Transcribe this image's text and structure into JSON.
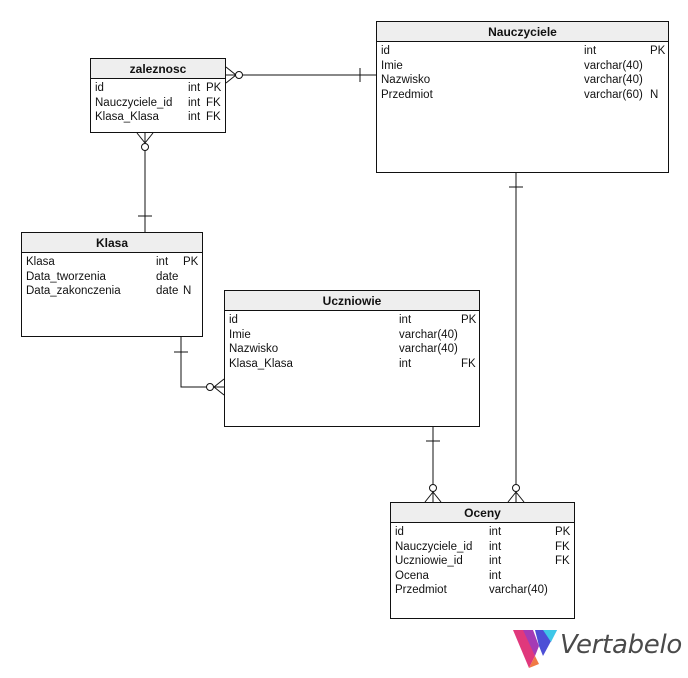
{
  "tables": {
    "zaleznosc": {
      "name": "zaleznosc",
      "columns": [
        {
          "name": "id",
          "type": "int",
          "flag": "PK"
        },
        {
          "name": "Nauczyciele_id",
          "type": "int",
          "flag": "FK"
        },
        {
          "name": "Klasa_Klasa",
          "type": "int",
          "flag": "FK"
        }
      ]
    },
    "nauczyciele": {
      "name": "Nauczyciele",
      "columns": [
        {
          "name": "id",
          "type": "int",
          "flag": "PK"
        },
        {
          "name": "Imie",
          "type": "varchar(40)",
          "flag": ""
        },
        {
          "name": "Nazwisko",
          "type": "varchar(40)",
          "flag": ""
        },
        {
          "name": "Przedmiot",
          "type": "varchar(60)",
          "flag": "N"
        }
      ]
    },
    "klasa": {
      "name": "Klasa",
      "columns": [
        {
          "name": "Klasa",
          "type": "int",
          "flag": "PK"
        },
        {
          "name": "Data_tworzenia",
          "type": "date",
          "flag": ""
        },
        {
          "name": "Data_zakonczenia",
          "type": "date",
          "flag": "N"
        }
      ]
    },
    "uczniowie": {
      "name": "Uczniowie",
      "columns": [
        {
          "name": "id",
          "type": "int",
          "flag": "PK"
        },
        {
          "name": "Imie",
          "type": "varchar(40)",
          "flag": ""
        },
        {
          "name": "Nazwisko",
          "type": "varchar(40)",
          "flag": ""
        },
        {
          "name": "Klasa_Klasa",
          "type": "int",
          "flag": "FK"
        }
      ]
    },
    "oceny": {
      "name": "Oceny",
      "columns": [
        {
          "name": "id",
          "type": "int",
          "flag": "PK"
        },
        {
          "name": "Nauczyciele_id",
          "type": "int",
          "flag": "FK"
        },
        {
          "name": "Uczniowie_id",
          "type": "int",
          "flag": "FK"
        },
        {
          "name": "Ocena",
          "type": "int",
          "flag": ""
        },
        {
          "name": "Przedmiot",
          "type": "varchar(40)",
          "flag": ""
        }
      ]
    }
  },
  "logo": {
    "text": "Vertabelo"
  }
}
